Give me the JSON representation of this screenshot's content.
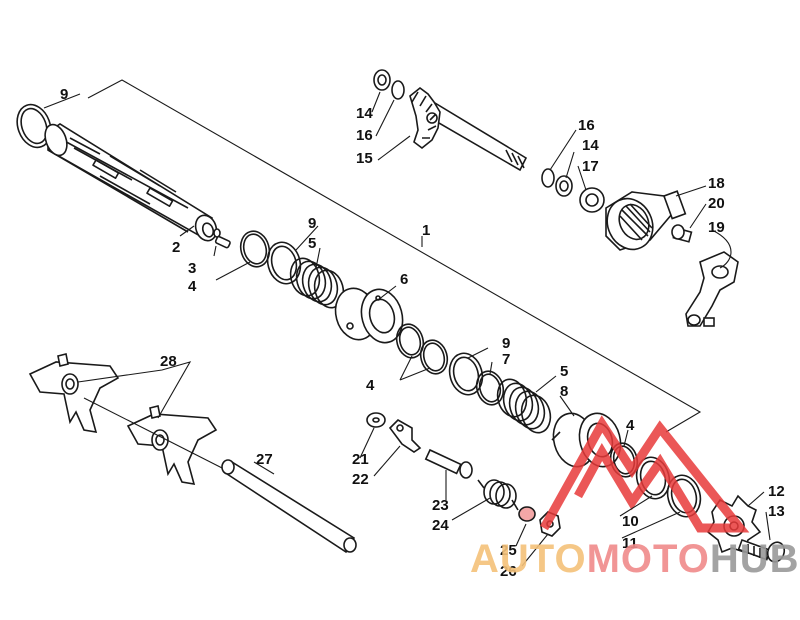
{
  "callouts": [
    {
      "id": "c9a",
      "label": "9"
    },
    {
      "id": "c1",
      "label": "1"
    },
    {
      "id": "c2",
      "label": "2"
    },
    {
      "id": "c3",
      "label": "3"
    },
    {
      "id": "c4a",
      "label": "4"
    },
    {
      "id": "c9b",
      "label": "9"
    },
    {
      "id": "c5a",
      "label": "5"
    },
    {
      "id": "c6",
      "label": "6"
    },
    {
      "id": "c14a",
      "label": "14"
    },
    {
      "id": "c16a",
      "label": "16"
    },
    {
      "id": "c15",
      "label": "15"
    },
    {
      "id": "c16b",
      "label": "16"
    },
    {
      "id": "c14b",
      "label": "14"
    },
    {
      "id": "c17",
      "label": "17"
    },
    {
      "id": "c18",
      "label": "18"
    },
    {
      "id": "c20",
      "label": "20"
    },
    {
      "id": "c19",
      "label": "19"
    },
    {
      "id": "c9c",
      "label": "9"
    },
    {
      "id": "c7",
      "label": "7"
    },
    {
      "id": "c4b",
      "label": "4"
    },
    {
      "id": "c5b",
      "label": "5"
    },
    {
      "id": "c8",
      "label": "8"
    },
    {
      "id": "c4c",
      "label": "4"
    },
    {
      "id": "c28",
      "label": "28"
    },
    {
      "id": "c27",
      "label": "27"
    },
    {
      "id": "c21",
      "label": "21"
    },
    {
      "id": "c22",
      "label": "22"
    },
    {
      "id": "c23",
      "label": "23"
    },
    {
      "id": "c24",
      "label": "24"
    },
    {
      "id": "c25",
      "label": "25"
    },
    {
      "id": "c26",
      "label": "26"
    },
    {
      "id": "c10",
      "label": "10"
    },
    {
      "id": "c11",
      "label": "11"
    },
    {
      "id": "c12",
      "label": "12"
    },
    {
      "id": "c13",
      "label": "13"
    }
  ],
  "watermark": {
    "part_auto": "AUTO",
    "part_moto": "MOTO",
    "part_hub": "HUB",
    "color_auto": "#f5c27a",
    "color_moto": "#f08a8a",
    "color_hub": "#9a9a9a",
    "color_triangle": "#e83a3a"
  }
}
